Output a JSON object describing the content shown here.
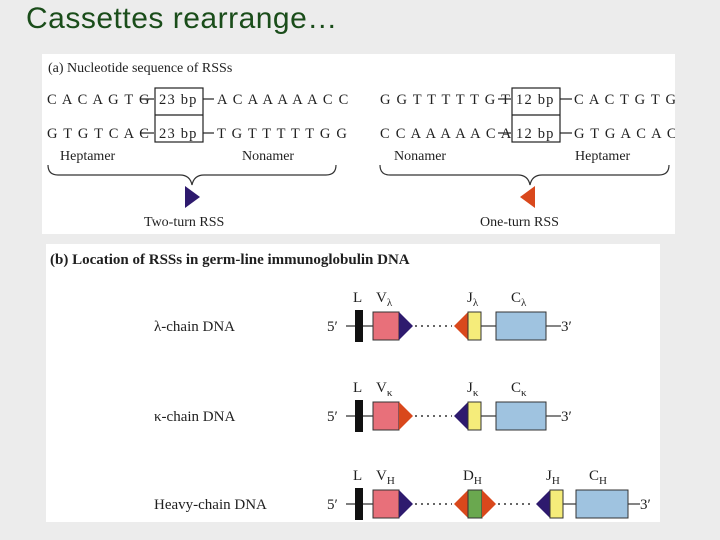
{
  "slide": {
    "title": "Cassettes rearrange…"
  },
  "panel_a": {
    "heading": "(a) Nucleotide sequence of RSSs",
    "left": {
      "top_left": "C A C A G T G",
      "top_spacer": "23 bp",
      "top_right": "A C A A A A A C C",
      "bottom_left": "G T G T C A C",
      "bottom_spacer": "23 bp",
      "bottom_right": "T G T T T T T G G",
      "label_left": "Heptamer",
      "label_right": "Nonamer",
      "caption": "Two-turn RSS"
    },
    "right": {
      "top_left": "G G T T T T T G T",
      "top_spacer": "12 bp",
      "top_right": "C A C T G T G",
      "bottom_left": "C C A A A A A C A",
      "bottom_spacer": "12 bp",
      "bottom_right": "G T G A C A C",
      "label_left": "Nonamer",
      "label_right": "Heptamer",
      "caption": "One-turn RSS"
    }
  },
  "panel_b": {
    "heading": "(b) Location of RSSs in germ-line immunoglobulin DNA",
    "rows": [
      {
        "name": "λ-chain  DNA",
        "five": "5′",
        "three": "3′",
        "L": "L",
        "V": "V",
        "V_sub": "λ",
        "J": "J",
        "J_sub": "λ",
        "C": "C",
        "C_sub": "λ"
      },
      {
        "name": "κ-chain  DNA",
        "five": "5′",
        "three": "3′",
        "L": "L",
        "V": "V",
        "V_sub": "κ",
        "J": "J",
        "J_sub": "κ",
        "C": "C",
        "C_sub": "κ"
      },
      {
        "name": "Heavy-chain  DNA",
        "five": "5′",
        "three": "3′",
        "L": "L",
        "V": "V",
        "V_sub": "H",
        "D": "D",
        "D_sub": "H",
        "J": "J",
        "J_sub": "H",
        "C": "C",
        "C_sub": "H"
      }
    ]
  },
  "colors": {
    "two_turn_rss": "#2e1a6e",
    "one_turn_rss": "#d9481c",
    "v_segment": "#e8707a",
    "d_segment": "#6aa84f",
    "j_segment": "#f5ec7a",
    "c_segment": "#9fc3e0",
    "leader": "#111111"
  }
}
